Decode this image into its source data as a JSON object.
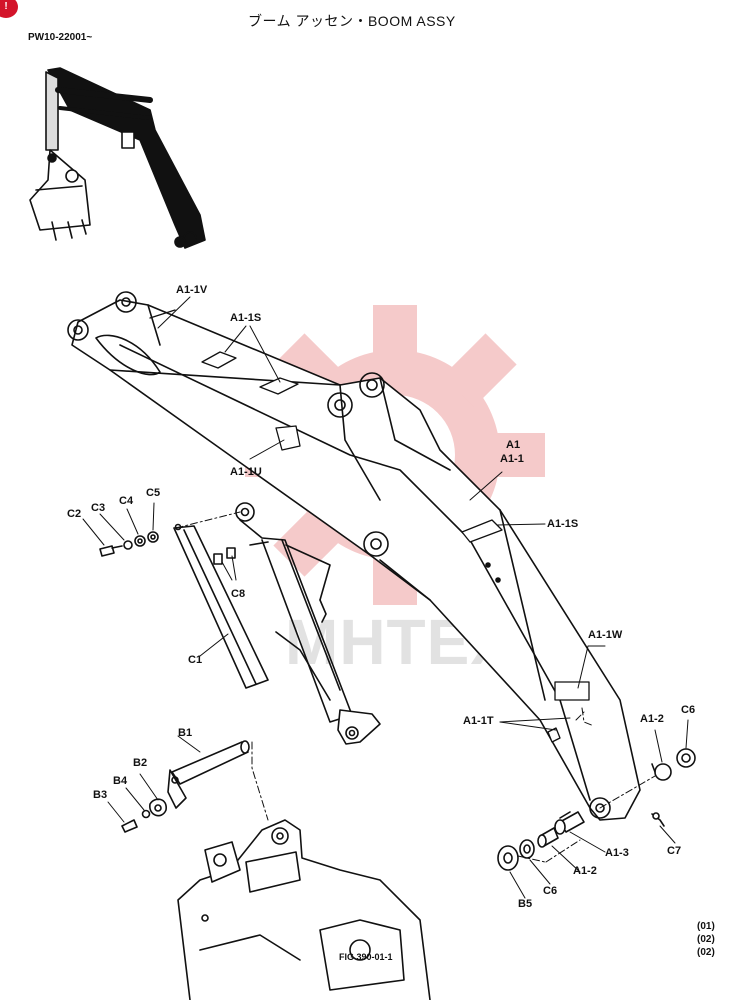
{
  "header": {
    "title": "ブーム アッセン・BOOM ASSY",
    "model_range": "PW10-22001~",
    "page_marker": "!"
  },
  "watermark": {
    "text": "MHTEX"
  },
  "parts": [
    {
      "id": "a1",
      "label": "A1"
    },
    {
      "id": "a1-1",
      "label": "A1-1"
    },
    {
      "id": "a1-1v",
      "label": "A1-1V"
    },
    {
      "id": "a1-1s-top",
      "label": "A1-1S"
    },
    {
      "id": "a1-1s-mid",
      "label": "A1-1S"
    },
    {
      "id": "a1-1u",
      "label": "A1-1U"
    },
    {
      "id": "a1-1w",
      "label": "A1-1W"
    },
    {
      "id": "a1-1t",
      "label": "A1-1T"
    },
    {
      "id": "a1-2-upper",
      "label": "A1-2"
    },
    {
      "id": "a1-2-lower",
      "label": "A1-2"
    },
    {
      "id": "a1-3",
      "label": "A1-3"
    },
    {
      "id": "b1",
      "label": "B1"
    },
    {
      "id": "b2",
      "label": "B2"
    },
    {
      "id": "b3",
      "label": "B3"
    },
    {
      "id": "b4",
      "label": "B4"
    },
    {
      "id": "b5",
      "label": "B5"
    },
    {
      "id": "c1",
      "label": "C1"
    },
    {
      "id": "c2",
      "label": "C2"
    },
    {
      "id": "c3",
      "label": "C3"
    },
    {
      "id": "c4",
      "label": "C4"
    },
    {
      "id": "c5",
      "label": "C5"
    },
    {
      "id": "c6-upper",
      "label": "C6"
    },
    {
      "id": "c6-lower",
      "label": "C6"
    },
    {
      "id": "c7",
      "label": "C7"
    },
    {
      "id": "c8",
      "label": "C8"
    }
  ],
  "footer": {
    "figure": "FIG 390-01-1",
    "revisions": [
      "(01)",
      "(02)",
      "(02)"
    ]
  },
  "colors": {
    "line": "#111111",
    "watermark": "#e98b8b",
    "marker": "#d3142a"
  }
}
